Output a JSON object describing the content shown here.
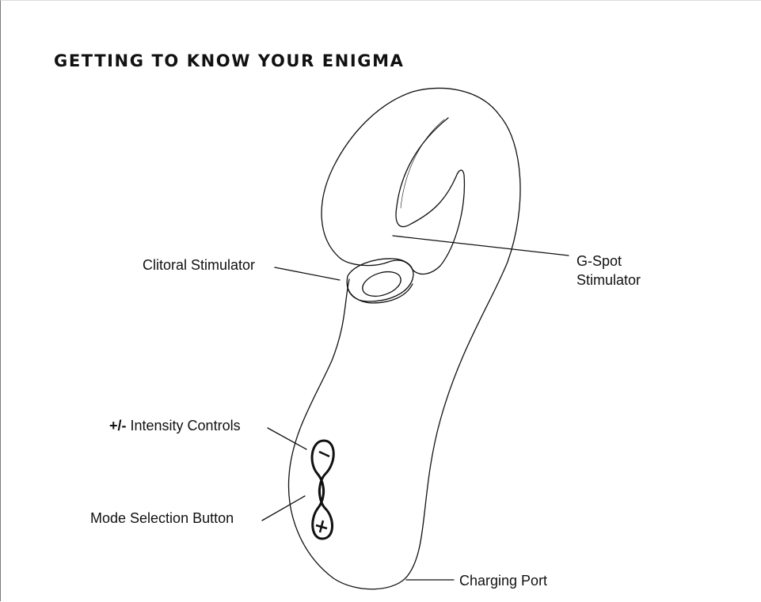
{
  "page": {
    "title": "GETTING TO KNOW YOUR ENIGMA"
  },
  "labels": {
    "clitoral_stimulator": "Clitoral Stimulator",
    "gspot_line1": "G-Spot",
    "gspot_line2": "Stimulator",
    "intensity_prefix": "+/-",
    "intensity_text": " Intensity Controls",
    "mode_selection": "Mode Selection Button",
    "charging_port": "Charging Port"
  },
  "colors": {
    "ink": "#111111",
    "background": "#ffffff"
  }
}
